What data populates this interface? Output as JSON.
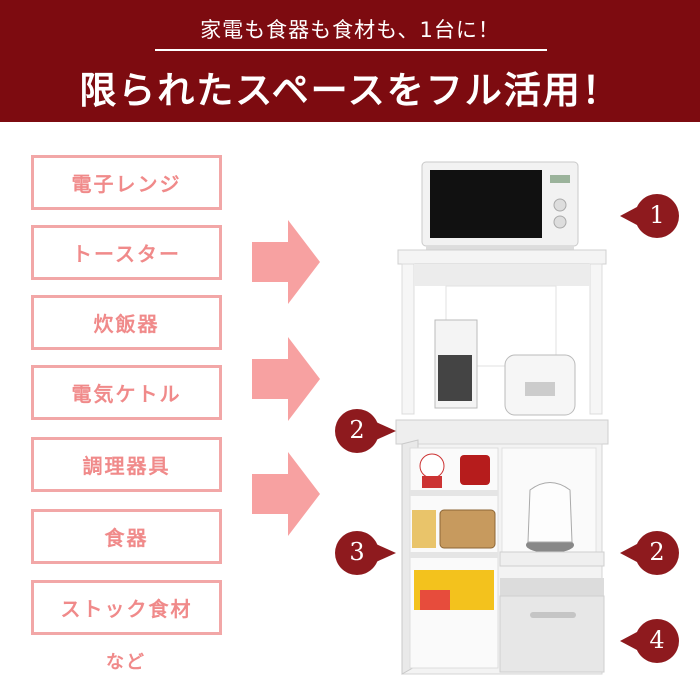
{
  "banner": {
    "subtitle": "家電も食器も食材も、1台に！",
    "title": "限られたスペースをフル活用！"
  },
  "items": [
    {
      "label": "電子レンジ"
    },
    {
      "label": "トースター"
    },
    {
      "label": "炊飯器"
    },
    {
      "label": "電気ケトル"
    },
    {
      "label": "調理器具"
    },
    {
      "label": "食器"
    },
    {
      "label": "ストック食材"
    }
  ],
  "items_suffix": "など",
  "markers": [
    {
      "label": "1"
    },
    {
      "label": "2"
    },
    {
      "label": "3"
    },
    {
      "label": "2"
    },
    {
      "label": "4"
    }
  ],
  "colors": {
    "banner": "#7d0b10",
    "accent_pink": "#f2a7a7",
    "marker": "#8e1a1e"
  }
}
